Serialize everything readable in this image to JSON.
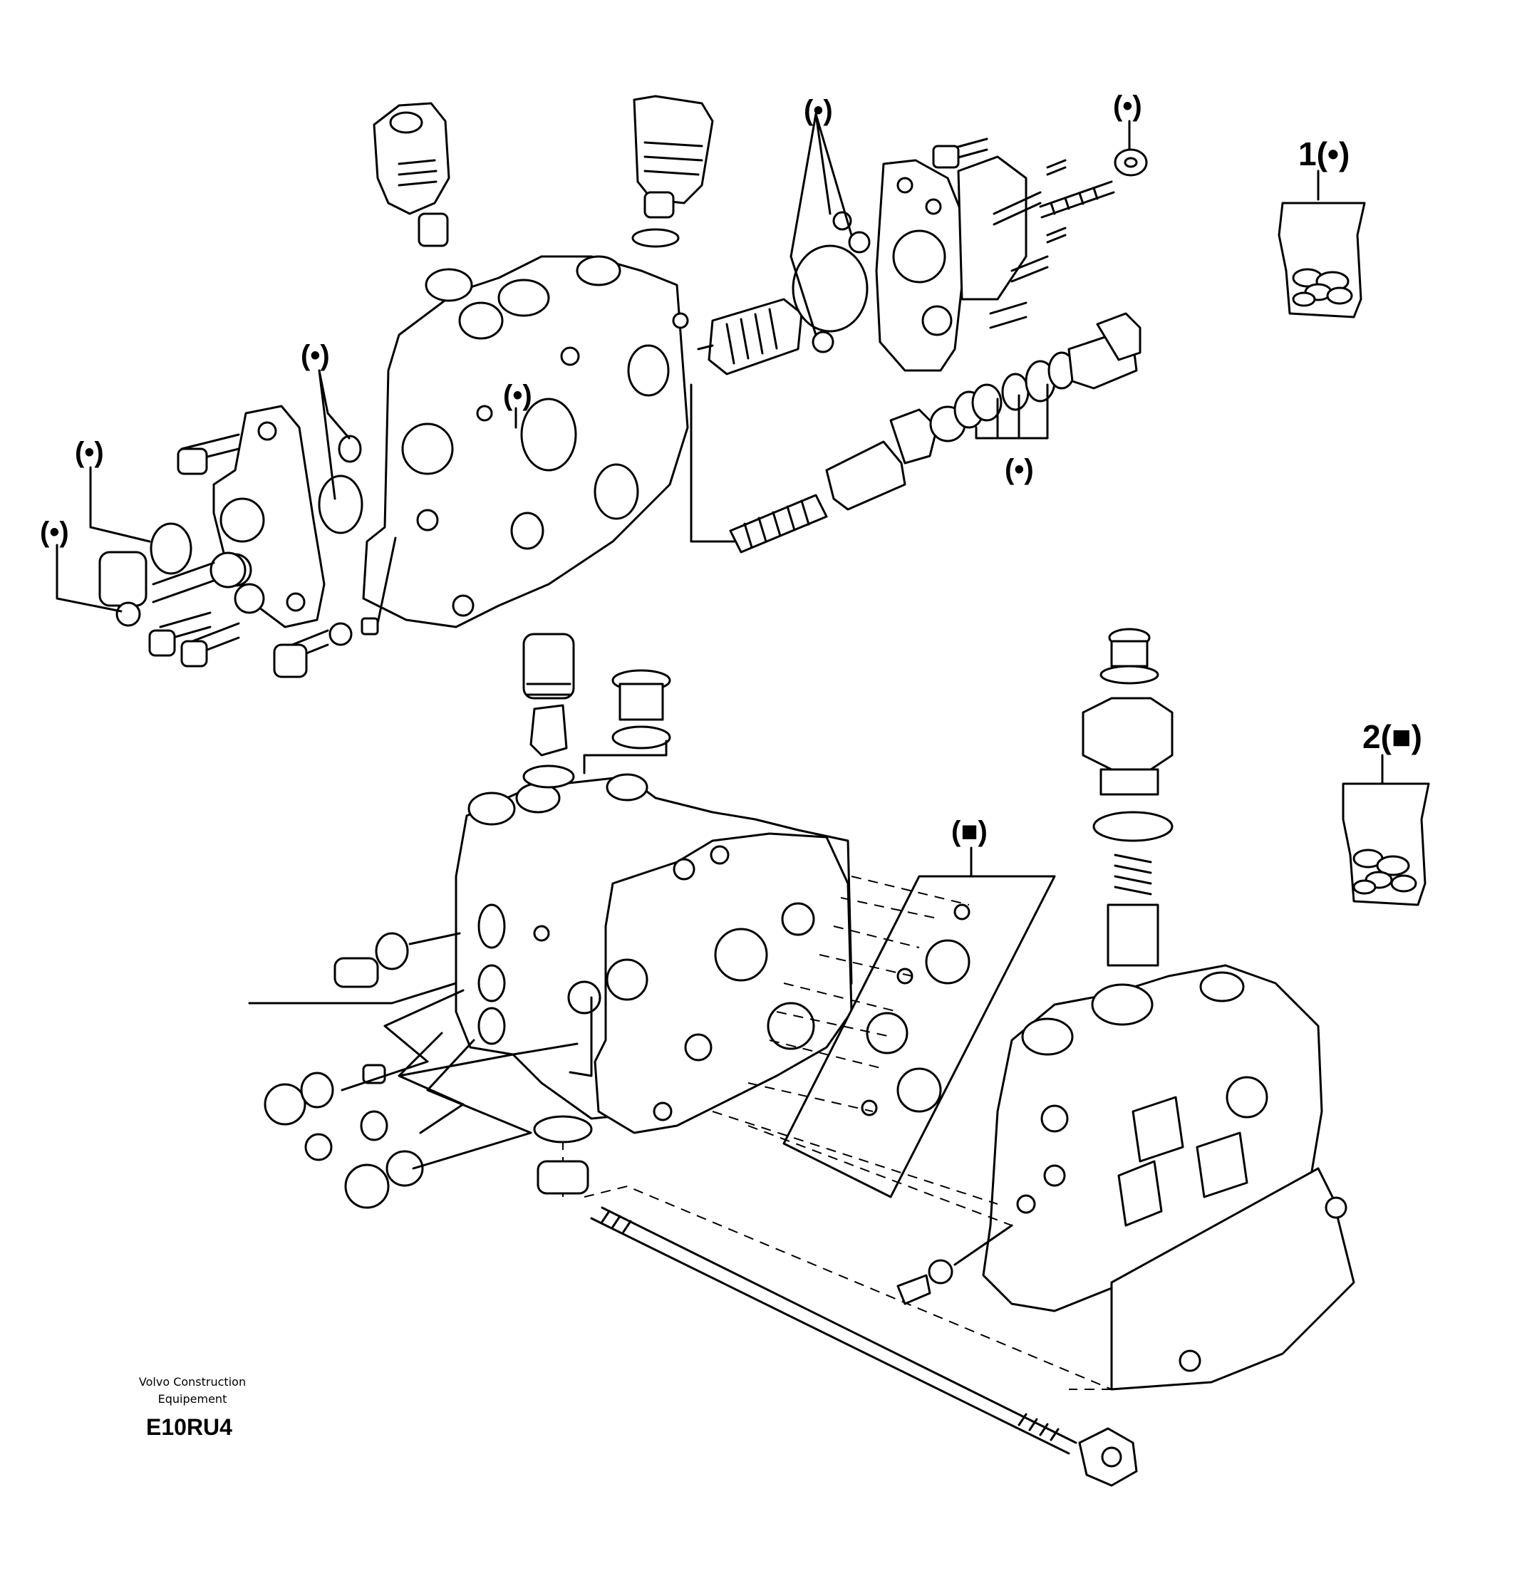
{
  "callouts": {
    "dot_marker": "(•)",
    "square_marker": "(■)",
    "kit_1": "1(•)",
    "kit_2": "2(■)"
  },
  "footer": {
    "manufacturer_line1": "Volvo Construction",
    "manufacturer_line2": "Equipement",
    "drawing_code": "E10RU4"
  }
}
